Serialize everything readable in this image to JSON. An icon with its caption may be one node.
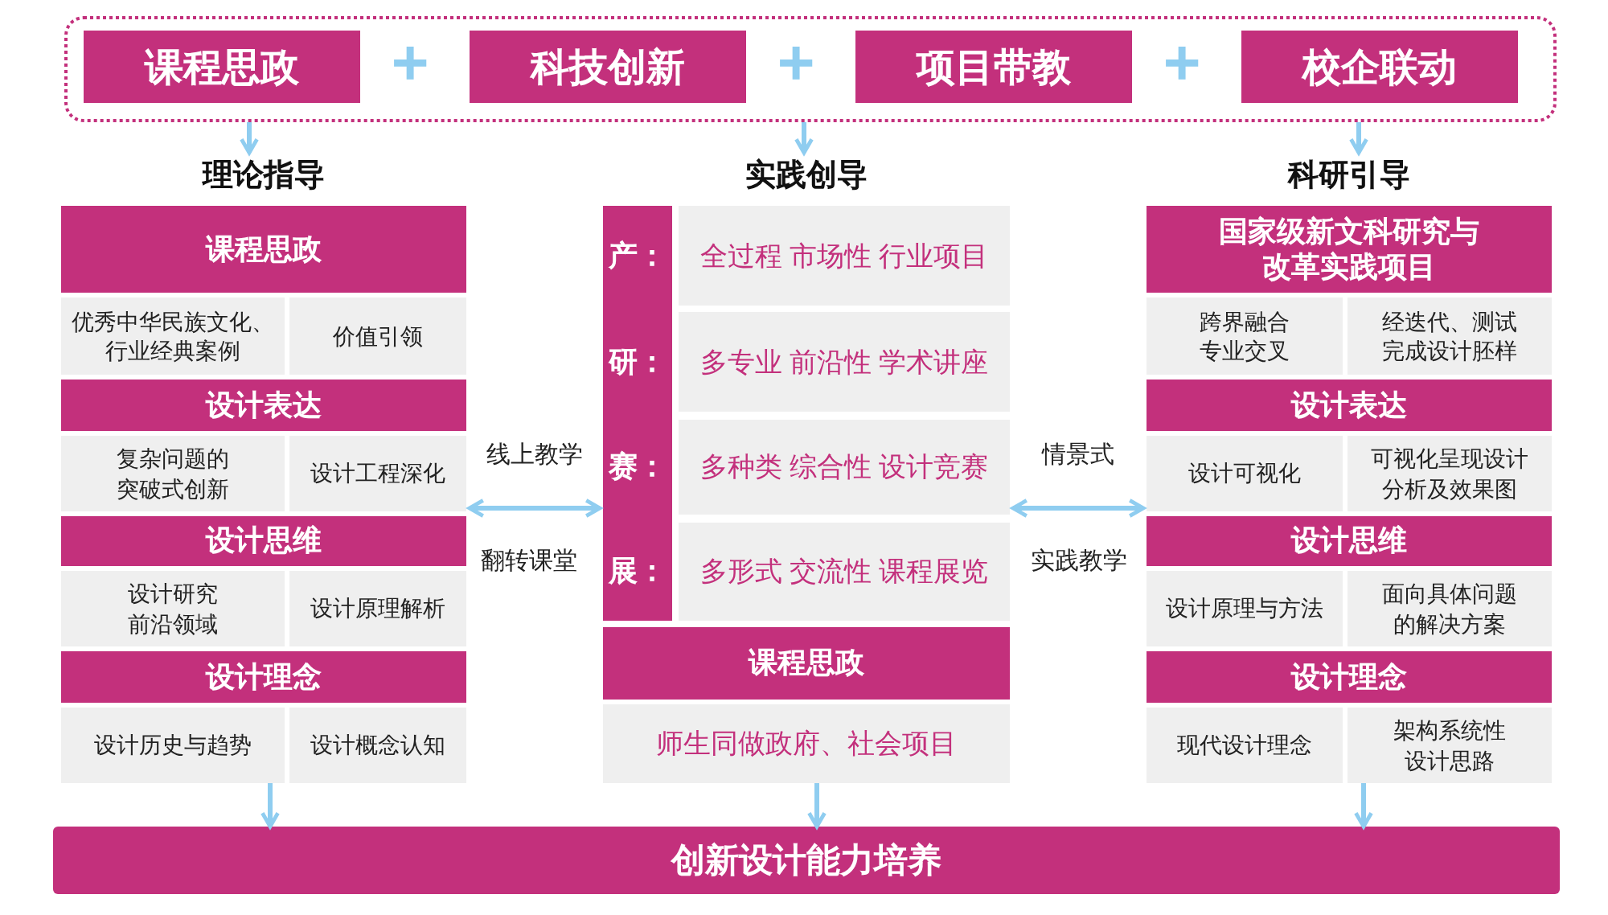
{
  "diagram": {
    "nodes": [
      {
        "text": [],
        "shape": "box"
      },
      {
        "text": [
          "课程思政"
        ],
        "in": 0
      },
      {
        "text": [
          "科技创新"
        ],
        "in": 0
      },
      {
        "text": [
          "项目带教"
        ],
        "in": 0
      },
      {
        "text": [
          "校企联动"
        ],
        "in": 0
      },
      {
        "text": [
          "理论指导"
        ]
      },
      {
        "text": [
          "课程思政"
        ],
        "in": 5
      },
      {
        "text": [
          "优秀中华民族文化、行业经典案例"
        ],
        "in": 5
      },
      {
        "text": [
          "价值引领"
        ],
        "in": 5
      },
      {
        "text": [
          "设计表达"
        ],
        "in": 5
      },
      {
        "text": [
          "复杂问题的突破式创新"
        ],
        "in": 5
      },
      {
        "text": [
          "设计工程深化"
        ],
        "in": 5
      },
      {
        "text": [
          "设计思维"
        ],
        "in": 5
      },
      {
        "text": [
          "设计研究前沿领域"
        ],
        "in": 5
      },
      {
        "text": [
          "设计原理解析"
        ],
        "in": 5
      },
      {
        "text": [
          "设计理念"
        ],
        "in": 5
      },
      {
        "text": [
          "设计历史与趋势"
        ],
        "in": 5
      },
      {
        "text": [
          "设计概念认知"
        ],
        "in": 5
      },
      {
        "text": [
          "实践创导"
        ]
      },
      {
        "text": [
          "产：",
          "研：",
          "赛：",
          "展："
        ],
        "in": 18
      },
      {
        "text": [
          "全过程 市场性 行业项目"
        ],
        "in": 18
      },
      {
        "text": [
          "多专业 前沿性 学术讲座"
        ],
        "in": 18
      },
      {
        "text": [
          "多种类 综合性 设计竞赛"
        ],
        "in": 18
      },
      {
        "text": [
          "多形式 交流性 课程展览"
        ],
        "in": 18
      },
      {
        "text": [
          "课程思政"
        ],
        "in": 18
      },
      {
        "text": [
          "师生同做政府、社会项目"
        ],
        "in": 18
      },
      {
        "text": [
          "科研引导"
        ]
      },
      {
        "text": [
          "国家级新文科研究与改革实践项目"
        ],
        "in": 26
      },
      {
        "text": [
          "跨界融合专业交叉"
        ],
        "in": 26
      },
      {
        "text": [
          "经迭代、测试完成设计胚样"
        ],
        "in": 26
      },
      {
        "text": [
          "设计表达"
        ],
        "in": 26
      },
      {
        "text": [
          "设计可视化"
        ],
        "in": 26
      },
      {
        "text": [
          "可视化呈现设计分析及效果图"
        ],
        "in": 26
      },
      {
        "text": [
          "设计思维"
        ],
        "in": 26
      },
      {
        "text": [
          "设计原理与方法"
        ],
        "in": 26
      },
      {
        "text": [
          "面向具体问题的解决方案"
        ],
        "in": 26
      },
      {
        "text": [
          "设计理念"
        ],
        "in": 26
      },
      {
        "text": [
          "现代设计理念"
        ],
        "in": 26
      },
      {
        "text": [
          "架构系统性设计思路"
        ],
        "in": 26
      },
      {
        "text": [
          "创新设计能力培养"
        ]
      }
    ],
    "edges": [
      {
        "from": 0,
        "to": 5,
        "arrow": "to"
      },
      {
        "from": 0,
        "to": 18,
        "arrow": "to"
      },
      {
        "from": 0,
        "to": 26,
        "arrow": "to"
      },
      {
        "from": 5,
        "to": 18,
        "arrow": "both",
        "label": "线上教学"
      },
      {
        "from": 18,
        "to": 26,
        "arrow": "both",
        "label": "情景式"
      },
      {
        "from": 5,
        "to": 39,
        "arrow": "to"
      },
      {
        "from": 18,
        "to": 39,
        "arrow": "to"
      },
      {
        "from": 26,
        "to": 39,
        "arrow": "to"
      }
    ],
    "labels": [
      "+",
      "+",
      "+",
      "翻转课堂",
      "实践教学"
    ]
  }
}
